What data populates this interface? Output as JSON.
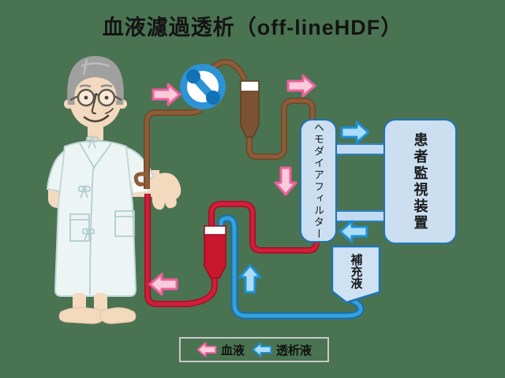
{
  "title": {
    "text": "血液濾過透析（off-lineHDF）"
  },
  "diagram": {
    "hemodiafilter_label": "ヘモダイアフィルター",
    "patient_monitor_label": "患者監視装置",
    "replacement_fluid_label": "補充液",
    "arrows": [
      {
        "icon": "pink-arrow-right-icon",
        "direction": "right",
        "location": "before-blood-pump"
      },
      {
        "icon": "pink-arrow-right-icon",
        "direction": "right",
        "location": "above-arterial-line-to-filter"
      },
      {
        "icon": "pink-arrow-down-icon",
        "direction": "down",
        "location": "left-of-hemodiafilter"
      },
      {
        "icon": "pink-arrow-left-icon",
        "direction": "left",
        "location": "venous-return-line"
      },
      {
        "icon": "blue-arrow-right-icon",
        "direction": "right",
        "location": "filter-to-monitor-top-line"
      },
      {
        "icon": "blue-arrow-left-icon",
        "direction": "left",
        "location": "monitor-to-filter-bottom-line"
      },
      {
        "icon": "blue-arrow-up-icon",
        "direction": "up",
        "location": "replacement-fluid-line"
      }
    ]
  },
  "legend": {
    "items": [
      {
        "icon": "pink-arrow-left-icon",
        "label": "血液",
        "color": "#f9cbdb"
      },
      {
        "icon": "blue-arrow-left-icon",
        "label": "透析液",
        "color": "#a9ddf8"
      }
    ]
  },
  "colors": {
    "background": "#4a7352",
    "box_fill": "#cbdff1",
    "box_border": "#1e73b9",
    "arterial_blood_tube": "#8e5c38",
    "venous_blood_tube": "#d01f3a",
    "dialysate_tube": "#35a0dd",
    "pink_arrow_fill": "#f9cbdb",
    "pink_arrow_border": "#ef5f99",
    "blue_arrow_fill": "#a9ddf8",
    "blue_arrow_border": "#1e8fd4"
  }
}
